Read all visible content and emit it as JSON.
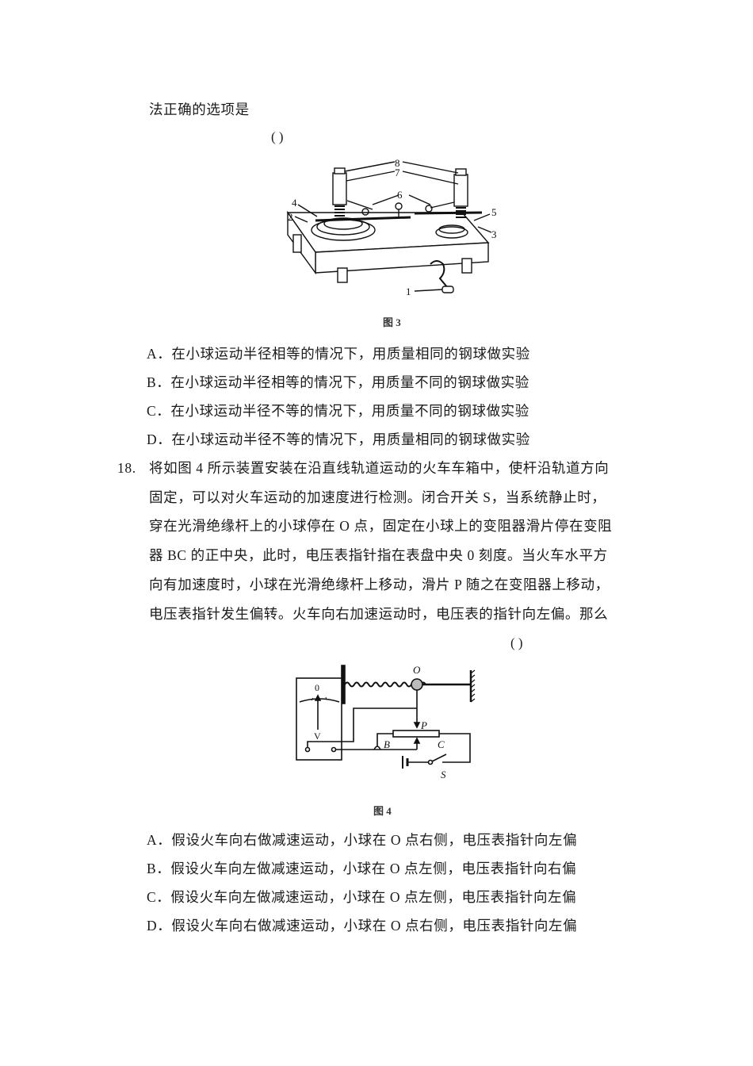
{
  "q17": {
    "stem_tail": "法正确的选项是",
    "answer_blank": "(    )",
    "figure": {
      "caption": "图 3",
      "labels": [
        "1",
        "2",
        "3",
        "4",
        "5",
        "6",
        "7",
        "8"
      ]
    },
    "options": [
      {
        "letter": "A．",
        "text": "在小球运动半径相等的情况下，用质量相同的钢球做实验"
      },
      {
        "letter": "B．",
        "text": "在小球运动半径相等的情况下，用质量不同的钢球做实验"
      },
      {
        "letter": "C．",
        "text": "在小球运动半径不等的情况下，用质量不同的钢球做实验"
      },
      {
        "letter": "D．",
        "text": "在小球运动半径不等的情况下，用质量相同的钢球做实验"
      }
    ]
  },
  "q18": {
    "number": "18.",
    "lines": [
      "将如图 4 所示装置安装在沿直线轨道运动的火车车箱中，使杆沿轨道方向",
      "固定，可以对火车运动的加速度进行检测。闭合开关 S，当系统静止时，",
      "穿在光滑绝缘杆上的小球停在 O 点，固定在小球上的变阻器滑片停在变阻",
      "器 BC 的正中央，此时，电压表指针指在表盘中央 0 刻度。当火车水平方",
      "向有加速度时，小球在光滑绝缘杆上移动，滑片 P 随之在变阻器上移动，",
      "电压表指针发生偏转。火车向右加速运动时，电压表的指针向左偏。那么"
    ],
    "answer_blank": "(    )",
    "figure": {
      "caption": "图 4",
      "labels": {
        "O": "O",
        "P": "P",
        "B": "B",
        "C": "C",
        "S": "S",
        "meter_zero": "0",
        "meter_unit": "V"
      }
    },
    "options": [
      {
        "letter": "A．",
        "text": "假设火车向右做减速运动，小球在 O 点右侧，电压表指针向左偏"
      },
      {
        "letter": "B．",
        "text": "假设火车向左做减速运动，小球在 O 点左侧，电压表指针向右偏"
      },
      {
        "letter": "C．",
        "text": "假设火车向左做减速运动，小球在 O 点左侧，电压表指针向左偏"
      },
      {
        "letter": "D．",
        "text": "假设火车向右做减速运动，小球在 O 点右侧，电压表指针向左偏"
      }
    ]
  }
}
